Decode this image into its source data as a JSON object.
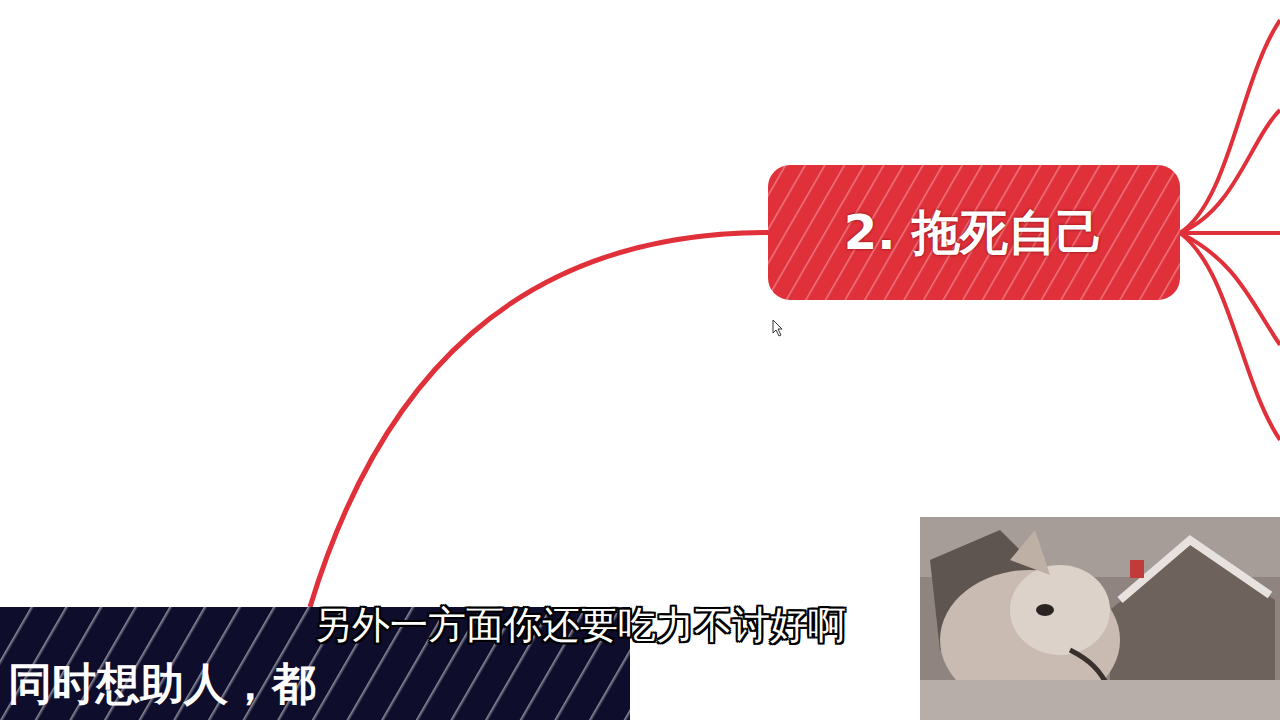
{
  "diagram": {
    "nodes": [
      {
        "text": [
          "2. 拖死自己"
        ]
      },
      {
        "text": [
          "同时想助人，都"
        ]
      }
    ],
    "edges": [
      {
        "from": 0,
        "to": 1,
        "arrow": "none"
      }
    ],
    "labels": [
      "另外一方面你还要吃力不讨好啊"
    ]
  }
}
